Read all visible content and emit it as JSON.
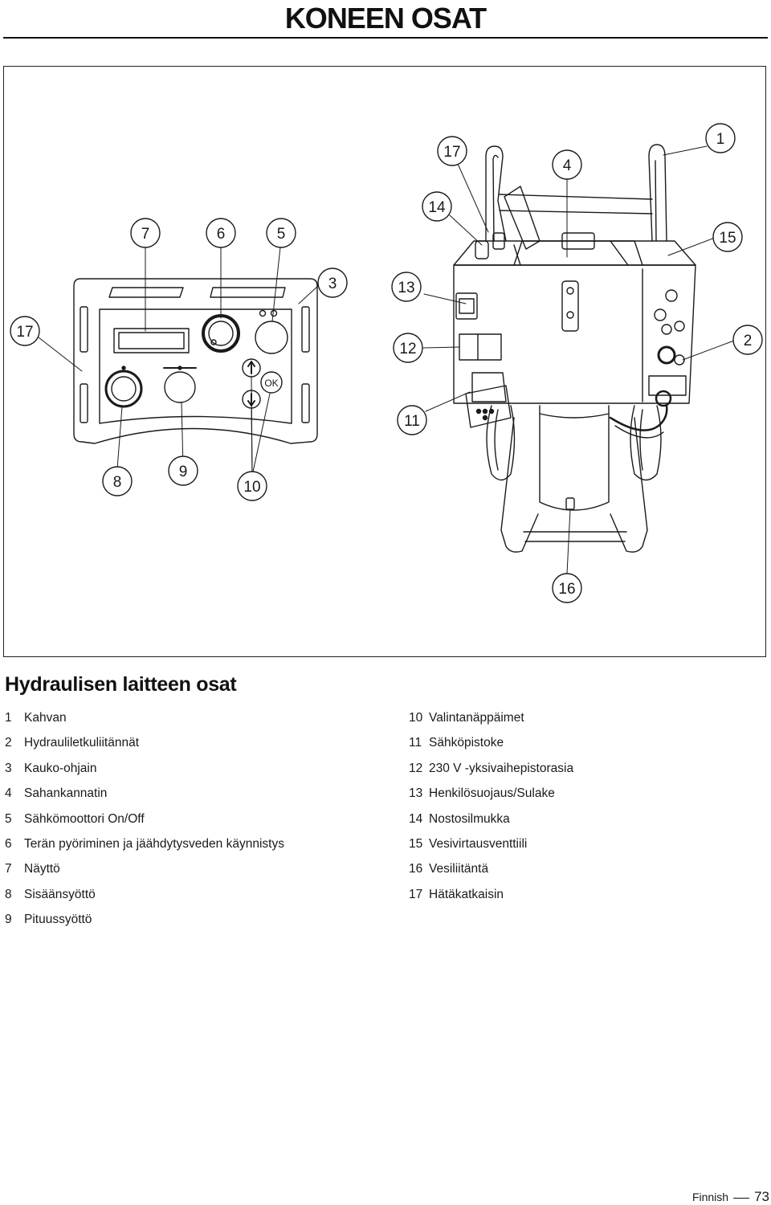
{
  "page": {
    "title": "KONEEN OSAT",
    "section_heading": "Hydraulisen laitteen osat"
  },
  "figure": {
    "callouts": {
      "c1": "1",
      "c2": "2",
      "c3": "3",
      "c4": "4",
      "c5": "5",
      "c6": "6",
      "c7": "7",
      "c8": "8",
      "c9": "9",
      "c10": "10",
      "c11": "11",
      "c12": "12",
      "c13": "13",
      "c14": "14",
      "c15": "15",
      "c16": "16",
      "c17a": "17",
      "c17b": "17"
    },
    "ok_label": "OK"
  },
  "parts_left": [
    {
      "num": "1",
      "label": "Kahvan"
    },
    {
      "num": "2",
      "label": "Hydrauliletkuliitännät"
    },
    {
      "num": "3",
      "label": "Kauko-ohjain"
    },
    {
      "num": "4",
      "label": "Sahankannatin"
    },
    {
      "num": "5",
      "label": "Sähkömoottori On/Off"
    },
    {
      "num": "6",
      "label": "Terän pyöriminen ja jäähdytysveden käynnistys"
    },
    {
      "num": "7",
      "label": "Näyttö"
    },
    {
      "num": "8",
      "label": "Sisäänsyöttö"
    },
    {
      "num": "9",
      "label": "Pituussyöttö"
    }
  ],
  "parts_right": [
    {
      "num": "10",
      "label": "Valintanäppäimet"
    },
    {
      "num": "11",
      "label": "Sähköpistoke"
    },
    {
      "num": "12",
      "label": "230 V -yksivaihepistorasia"
    },
    {
      "num": "13",
      "label": "Henkilösuojaus/Sulake"
    },
    {
      "num": "14",
      "label": "Nostosilmukka"
    },
    {
      "num": "15",
      "label": "Vesivirtausventtiili"
    },
    {
      "num": "16",
      "label": "Vesiliitäntä"
    },
    {
      "num": "17",
      "label": "Hätäkatkaisin"
    }
  ],
  "footer": {
    "language": "Finnish",
    "page_number": "73"
  }
}
